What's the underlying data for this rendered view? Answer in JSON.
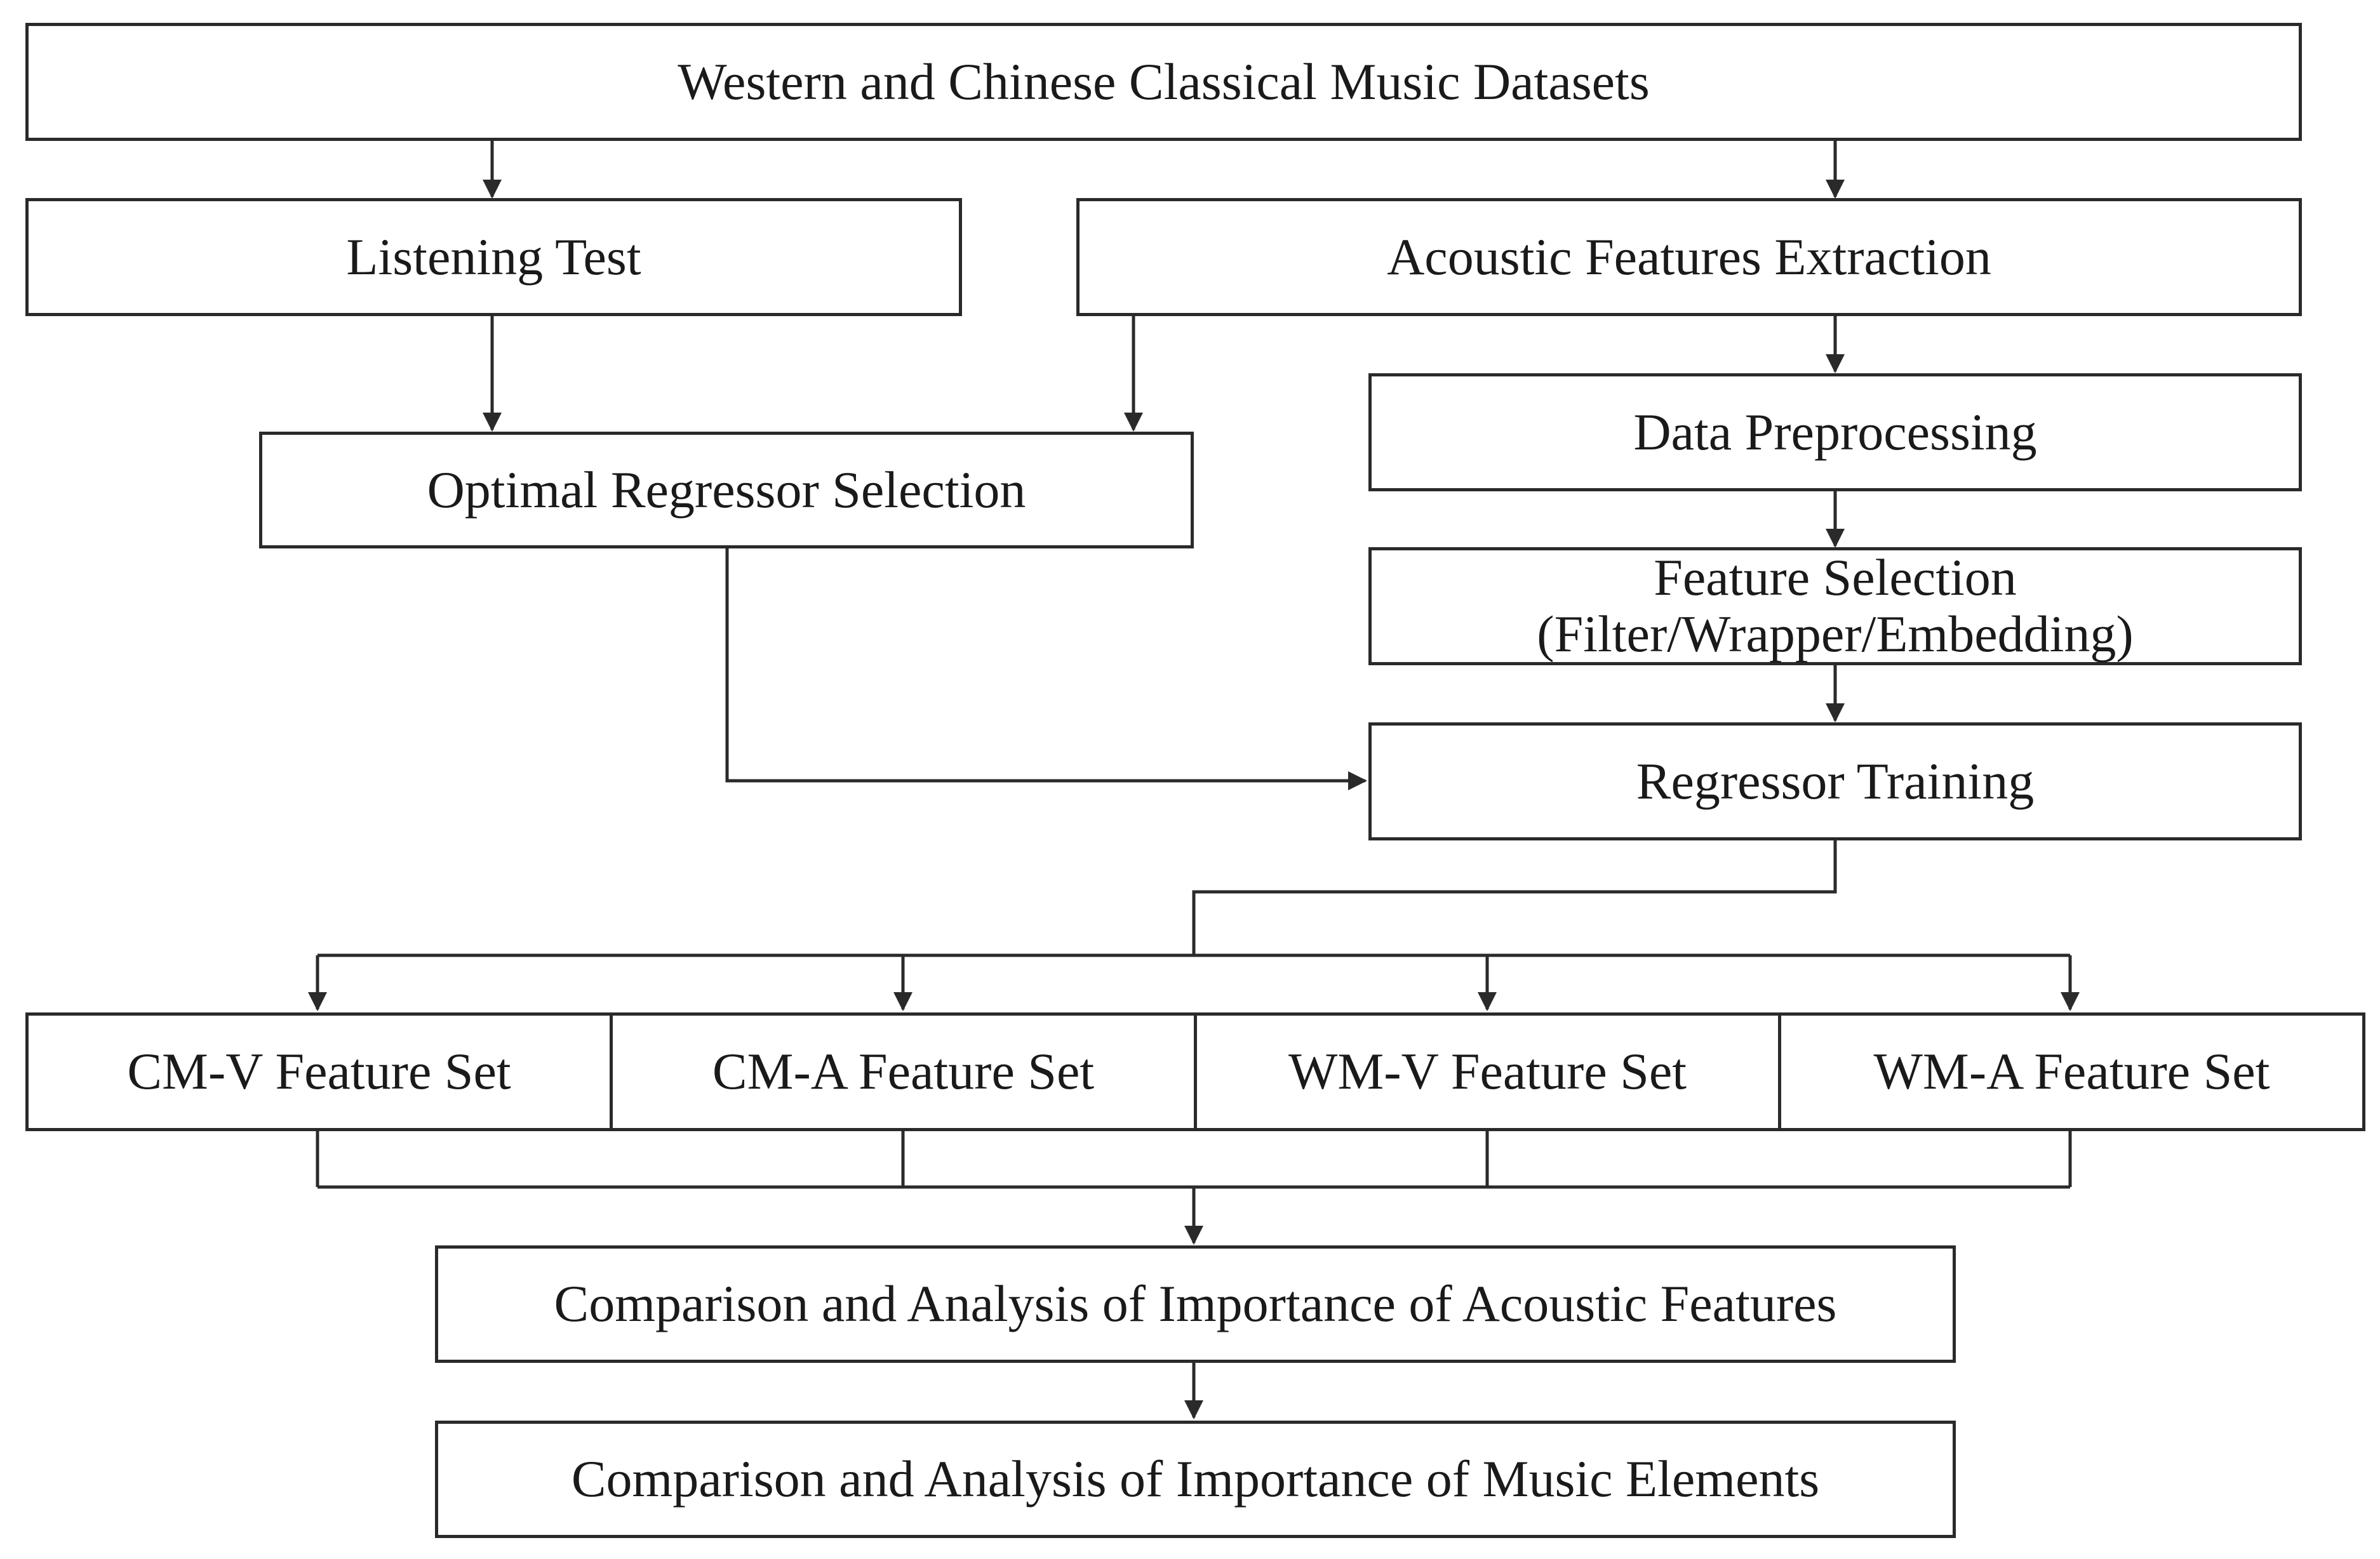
{
  "nodes": {
    "datasets": "Western and Chinese Classical Music Datasets",
    "listening_test": "Listening Test",
    "acoustic_extraction": "Acoustic Features Extraction",
    "optimal_regressor": "Optimal Regressor Selection",
    "data_preprocessing": "Data Preprocessing",
    "feature_selection_line1": "Feature Selection",
    "feature_selection_line2": "(Filter/Wrapper/Embedding)",
    "regressor_training": "Regressor Training",
    "cm_v": "CM-V Feature Set",
    "cm_a": "CM-A Feature Set",
    "wm_v": "WM-V Feature Set",
    "wm_a": "WM-A Feature Set",
    "compare_acoustic": "Comparison and Analysis of Importance of Acoustic Features",
    "compare_music": "Comparison and Analysis of Importance of Music Elements"
  },
  "colors": {
    "line": "#2a2a2a",
    "text": "#1a1a1a",
    "background": "#ffffff"
  }
}
